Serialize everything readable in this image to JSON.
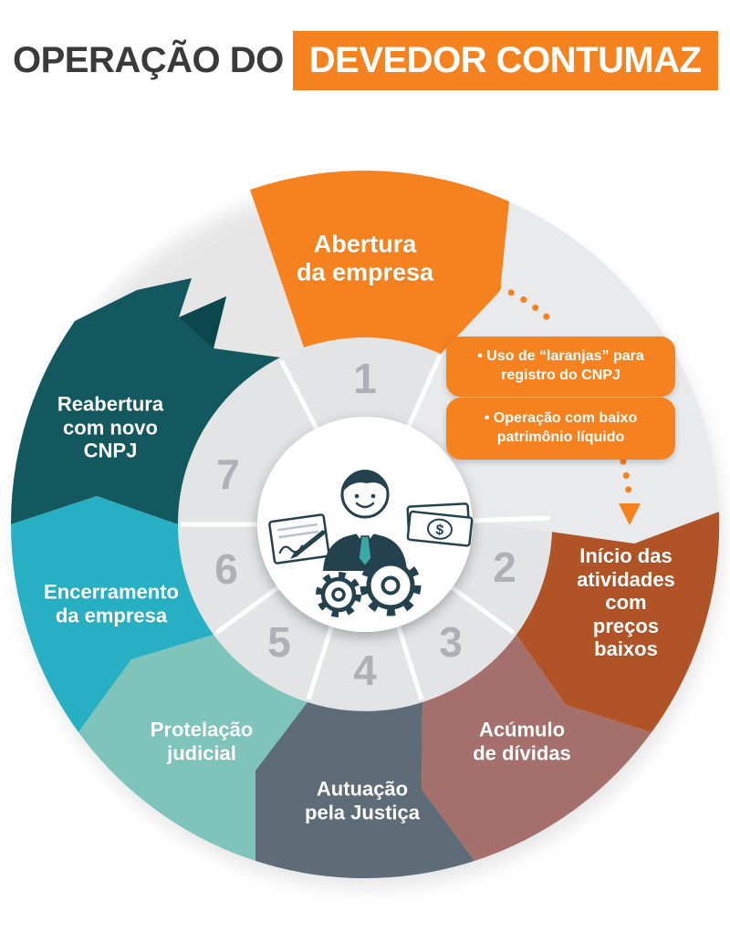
{
  "title": {
    "prefix": "OPERAÇÃO DO",
    "highlight": "DEVEDOR CONTUMAZ"
  },
  "colors": {
    "accent_orange": "#f5821f",
    "title_dark": "#3a3a3a",
    "wheel_gray": "#e9eaec",
    "ring_gray": "#e3e4e6",
    "number_gray": "#adb0b4",
    "illustration_dark": "#24414e",
    "tie_teal": "#3aa9a4",
    "arrow_shade_teal": "#0d474e"
  },
  "steps": [
    {
      "number": "1",
      "label": "Abertura\nda empresa",
      "color": "#f5821f"
    },
    {
      "number": "2",
      "label": "Início das\natividades\ncom preços\nbaixos",
      "color": "#b05327"
    },
    {
      "number": "3",
      "label": "Acúmulo\nde dívidas",
      "color": "#a5706c"
    },
    {
      "number": "4",
      "label": "Autuação\npela Justiça",
      "color": "#5d6c77"
    },
    {
      "number": "5",
      "label": "Protelação\njudicial",
      "color": "#7fc4bb"
    },
    {
      "number": "6",
      "label": "Encerramento\nda empresa",
      "color": "#27b0c4"
    },
    {
      "number": "7",
      "label": "Reabertura\ncom novo\nCNPJ",
      "color": "#14585f"
    }
  ],
  "callouts": [
    {
      "text": "• Uso de “laranjas” para\nregistro do CNPJ"
    },
    {
      "text": "• Operação com baixo\npatrimônio líquido"
    }
  ],
  "center": {
    "icon": "businessman-signing-document-with-money-and-gears",
    "money_symbol": "$"
  }
}
